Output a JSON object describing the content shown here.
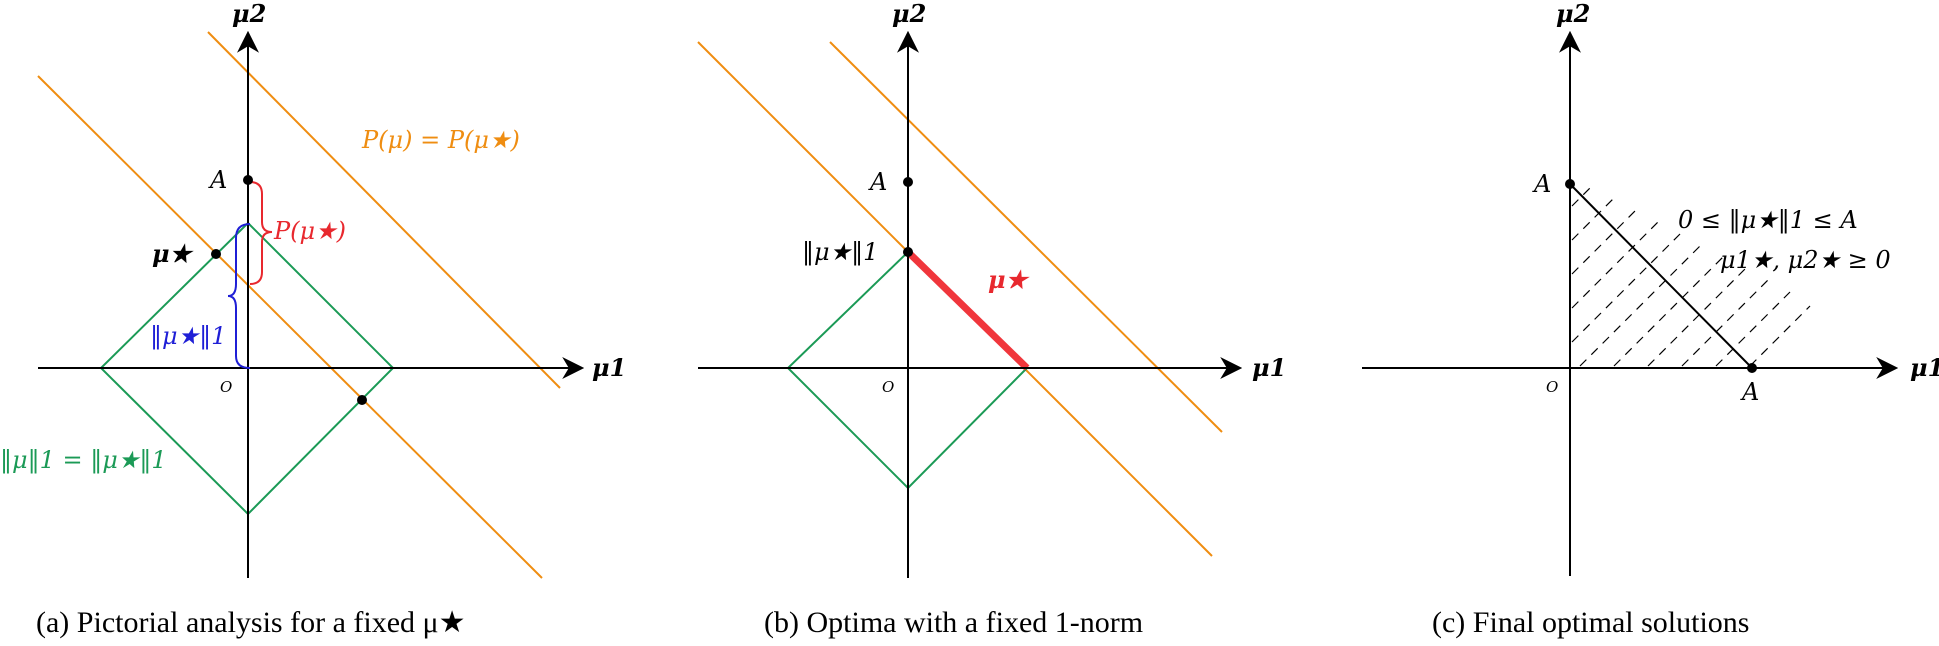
{
  "colors": {
    "axis": "#000000",
    "orange_level": "#ef8d11",
    "green_norm": "#1b9a56",
    "red_highlight": "#e8282e",
    "blue_brace": "#1f1fd6"
  },
  "panel_a": {
    "caption": "(a) Pictorial analysis for a fixed μ★",
    "axis_x": "μ1",
    "axis_y": "μ2",
    "origin": "O",
    "point_A": "A",
    "point_mu_star": "μ★",
    "level_set_label": "P(μ) = P(μ★)",
    "brace_P_label": "P(μ★)",
    "brace_norm_label": "‖μ★‖1",
    "diamond_label": "‖μ‖1 = ‖μ★‖1"
  },
  "panel_b": {
    "caption": "(b) Optima with a fixed 1-norm",
    "axis_x": "μ1",
    "axis_y": "μ2",
    "origin": "O",
    "point_A": "A",
    "norm_label": "‖μ★‖1",
    "segment_label": "μ★"
  },
  "panel_c": {
    "caption": "(c) Final optimal solutions",
    "axis_x": "μ1",
    "axis_y": "μ2",
    "origin": "O",
    "point_A_y": "A",
    "point_A_x": "A",
    "constraint_1": "0 ≤ ‖μ★‖1 ≤ A",
    "constraint_2": "μ1★, μ2★ ≥ 0"
  }
}
